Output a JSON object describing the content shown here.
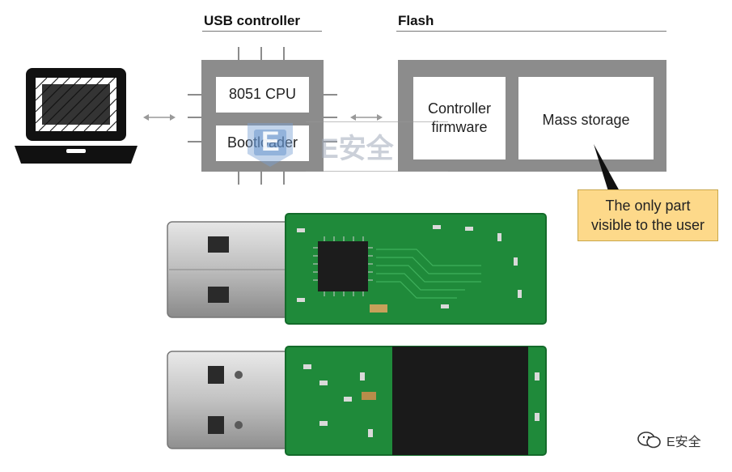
{
  "headers": {
    "usb_controller": "USB controller",
    "flash": "Flash"
  },
  "controller": {
    "cpu_label": "8051 CPU",
    "bootloader_label": "Bootloader"
  },
  "flash": {
    "firmware_label": "Controller firmware",
    "storage_label": "Mass storage"
  },
  "callout": {
    "text": "The only part visible to the user"
  },
  "watermark": {
    "letter": "E",
    "text": "E安全"
  },
  "credit": {
    "text": "E安全"
  },
  "colors": {
    "chip_gray": "#8c8c8c",
    "callout_fill": "#fdd98a",
    "pcb_green": "#1f8a3a",
    "flash_black": "#1a1a1a"
  },
  "icons": [
    "laptop-icon",
    "double-arrow-icon",
    "wechat-icon"
  ]
}
